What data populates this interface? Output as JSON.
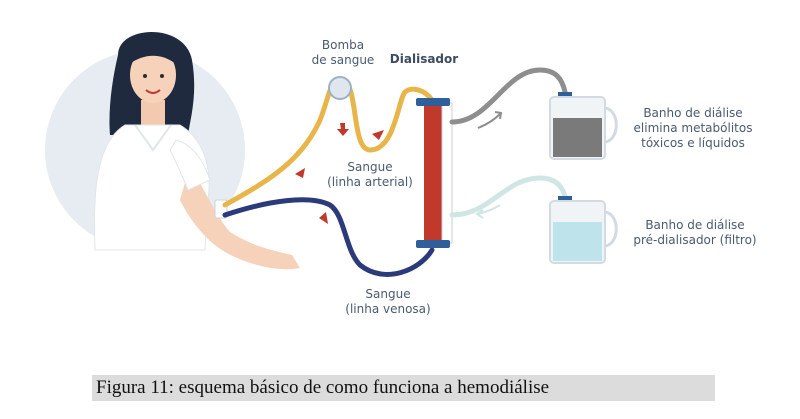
{
  "labels": {
    "pump": [
      "Bomba",
      "de sangue"
    ],
    "dialyzer": "Dialisador",
    "arterial": [
      "Sangue",
      "(linha arterial)"
    ],
    "venous": [
      "Sangue",
      "(linha venosa)"
    ],
    "bath_out": [
      "Banho de diálise",
      "elimina metabólitos",
      "tóxicos e líquidos"
    ],
    "bath_in": [
      "Banho de diálise",
      "pré-dialisador (filtro)"
    ]
  },
  "caption": "Figura 11: esquema básico de como funciona a hemodiálise",
  "colors": {
    "arterial_line": "#e8b54a",
    "venous_line": "#2b3a78",
    "dialyzer": "#c0392b",
    "dialyzer_caps": "#2f5f9a",
    "waste_tube": "#8e8e8e",
    "clean_tube": "#cfe6e4",
    "waste_fluid": "#7a7a7a",
    "clean_fluid": "#bfe3ea",
    "arrow": "#c0392b",
    "patient_bg": "#e6ecf2"
  }
}
